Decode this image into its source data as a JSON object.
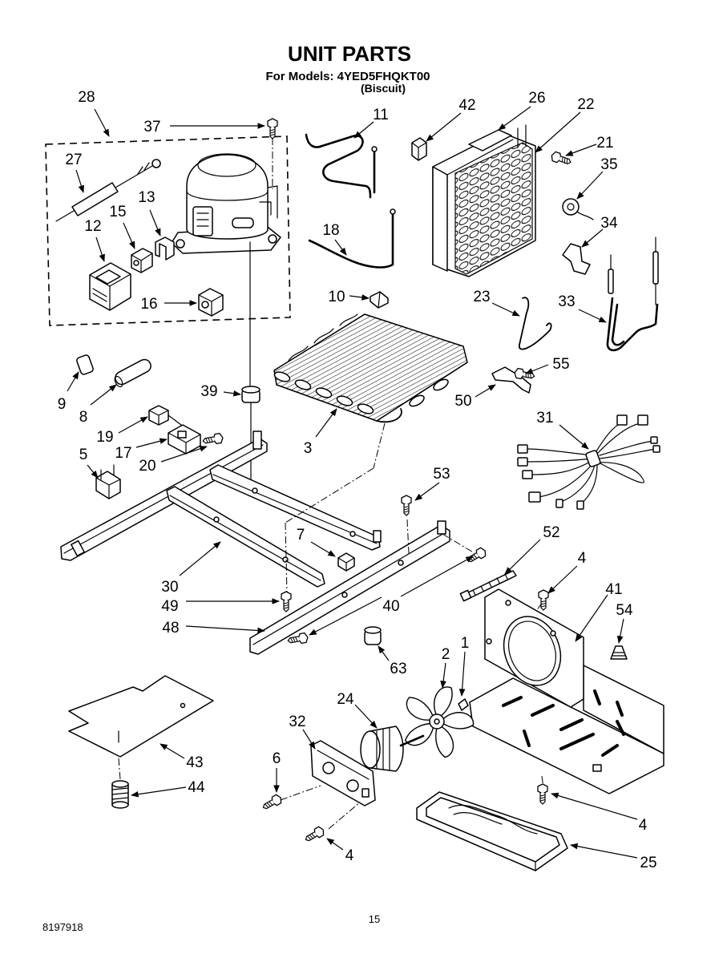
{
  "title": "UNIT PARTS",
  "models": "For Models: 4YED5FHQKT00",
  "variant": "(Biscuit)",
  "callouts": [
    "28",
    "37",
    "11",
    "42",
    "26",
    "22",
    "21",
    "35",
    "27",
    "15",
    "13",
    "12",
    "18",
    "34",
    "10",
    "23",
    "33",
    "16",
    "9",
    "8",
    "39",
    "55",
    "50",
    "31",
    "19",
    "17",
    "20",
    "3",
    "5",
    "53",
    "7",
    "52",
    "4",
    "30",
    "41",
    "49",
    "40",
    "54",
    "48",
    "2",
    "1",
    "63",
    "24",
    "32",
    "43",
    "6",
    "44",
    "4",
    "4",
    "25"
  ],
  "footer": {
    "doc_number": "8197918",
    "page_number": "15"
  }
}
